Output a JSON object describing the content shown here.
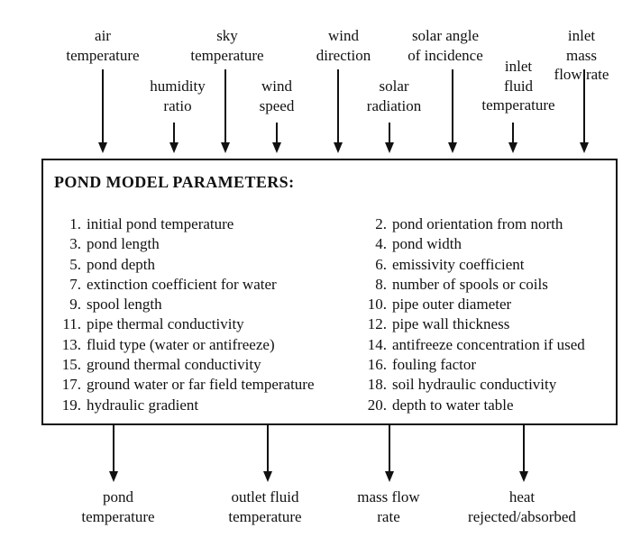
{
  "inputs": [
    {
      "label": "air\ntemperature"
    },
    {
      "label": "humidity\nratio"
    },
    {
      "label": "sky\ntemperature"
    },
    {
      "label": "wind\nspeed"
    },
    {
      "label": "wind\ndirection"
    },
    {
      "label": "solar\nradiation"
    },
    {
      "label": "solar angle\nof incidence"
    },
    {
      "label": "inlet\nfluid\ntemperature"
    },
    {
      "label": "inlet mass\nflow rate"
    }
  ],
  "box": {
    "title": "POND MODEL PARAMETERS:",
    "parameters": [
      {
        "num": "1.",
        "text": "initial pond temperature"
      },
      {
        "num": "2.",
        "text": "pond orientation from north"
      },
      {
        "num": "3.",
        "text": "pond length"
      },
      {
        "num": "4.",
        "text": "pond width"
      },
      {
        "num": "5.",
        "text": "pond depth"
      },
      {
        "num": "6.",
        "text": "emissivity coefficient"
      },
      {
        "num": "7.",
        "text": "extinction coefficient for water"
      },
      {
        "num": "8.",
        "text": "number of spools or coils"
      },
      {
        "num": "9.",
        "text": "spool length"
      },
      {
        "num": "10.",
        "text": "pipe outer diameter"
      },
      {
        "num": "11.",
        "text": "pipe thermal conductivity"
      },
      {
        "num": "12.",
        "text": "pipe wall thickness"
      },
      {
        "num": "13.",
        "text": "fluid type (water or antifreeze)"
      },
      {
        "num": "14.",
        "text": "antifreeze concentration if used"
      },
      {
        "num": "15.",
        "text": "ground thermal conductivity"
      },
      {
        "num": "16.",
        "text": "fouling factor"
      },
      {
        "num": "17.",
        "text": "ground water or far field temperature"
      },
      {
        "num": "18.",
        "text": "soil hydraulic conductivity"
      },
      {
        "num": "19.",
        "text": "hydraulic gradient"
      },
      {
        "num": "20.",
        "text": "depth to water table"
      }
    ]
  },
  "outputs": [
    {
      "label": "pond\ntemperature"
    },
    {
      "label": "outlet fluid\ntemperature"
    },
    {
      "label": "mass flow\nrate"
    },
    {
      "label": "heat\nrejected/absorbed"
    }
  ],
  "colors": {
    "ink": "#111111",
    "background": "#ffffff"
  }
}
